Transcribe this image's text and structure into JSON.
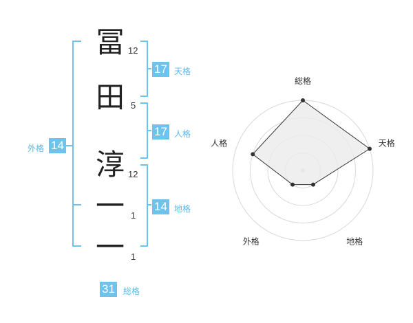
{
  "name": {
    "characters": [
      {
        "char": "冨",
        "strokes": "12"
      },
      {
        "char": "田",
        "strokes": "5"
      },
      {
        "char": "淳",
        "strokes": "12"
      },
      {
        "char": "一",
        "strokes": "1"
      },
      {
        "char": "一",
        "strokes": "1"
      }
    ]
  },
  "kaku": {
    "tenkaku": {
      "value": "17",
      "label": "天格"
    },
    "jinkaku": {
      "value": "17",
      "label": "人格"
    },
    "chikaku": {
      "value": "14",
      "label": "地格"
    },
    "gaikaku": {
      "value": "14",
      "label": "外格"
    },
    "soukaku": {
      "value": "31",
      "label": "総格"
    }
  },
  "colors": {
    "accent": "#6ec3ec",
    "bracket": "#6ec3ec",
    "radar_fill": "#ebebeb",
    "radar_stroke": "#333333",
    "grid": "#d8d8d8"
  },
  "chart_data": {
    "type": "radar",
    "axes": [
      "総格",
      "天格",
      "地格",
      "外格",
      "人格"
    ],
    "values": [
      4,
      4,
      1,
      1,
      3
    ],
    "max": 4,
    "rings": 4
  }
}
